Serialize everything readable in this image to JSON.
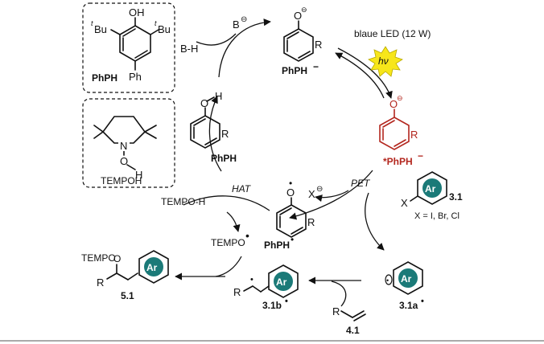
{
  "labels": {
    "oh": "OH",
    "tbu_l": "Bu",
    "tbu_r": "Bu",
    "t_sup": "t",
    "phph": "PhPH",
    "ph": "Ph",
    "n": "N",
    "o": "O",
    "h": "H",
    "tempoh": "TEMPOH",
    "b_minus": "B",
    "bh": "B-H",
    "phph_anion": "PhPH",
    "led": "blaue LED (12 W)",
    "hv": "hν",
    "phph_excited": "*PhPH",
    "r": "R",
    "pet": "PET",
    "x_minus": "X",
    "x": "X",
    "ar": "Ar",
    "c31": "3.1",
    "x_def": "X = I, Br, Cl",
    "hat": "HAT",
    "tempo_h": "TEMPO-H",
    "tempo_rad": "TEMPO",
    "phph_rad": "PhPH",
    "tempo_prod": "TEMPO",
    "c51": "5.1",
    "c31b": "3.1b",
    "c31a": "3.1a",
    "c41": "4.1"
  },
  "colors": {
    "excited": "#b3261e",
    "ar_fill": "#1b7a78",
    "sun": "#f7e61a"
  }
}
